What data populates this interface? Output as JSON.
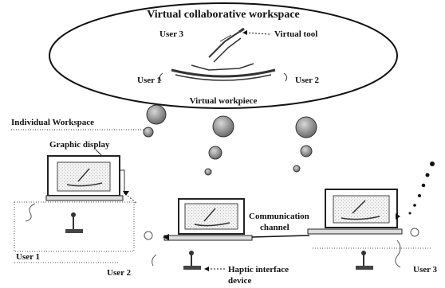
{
  "labels": {
    "workspace_title": "Virtual collaborative workspace",
    "user3_virtual": "User 3",
    "virtual_tool": "Virtual tool",
    "user1_virtual": "User 1",
    "user2_virtual": "User 2",
    "virtual_workpiece": "Virtual workpiece",
    "individual_workspace": "Individual Workspace",
    "graphic_display": "Graphic display",
    "communication_line1": "Communication",
    "communication_line2": "channel",
    "user1": "User 1",
    "user2": "User 2",
    "user3": "User 3",
    "haptic_line1": "Haptic interface",
    "haptic_line2": "device"
  }
}
